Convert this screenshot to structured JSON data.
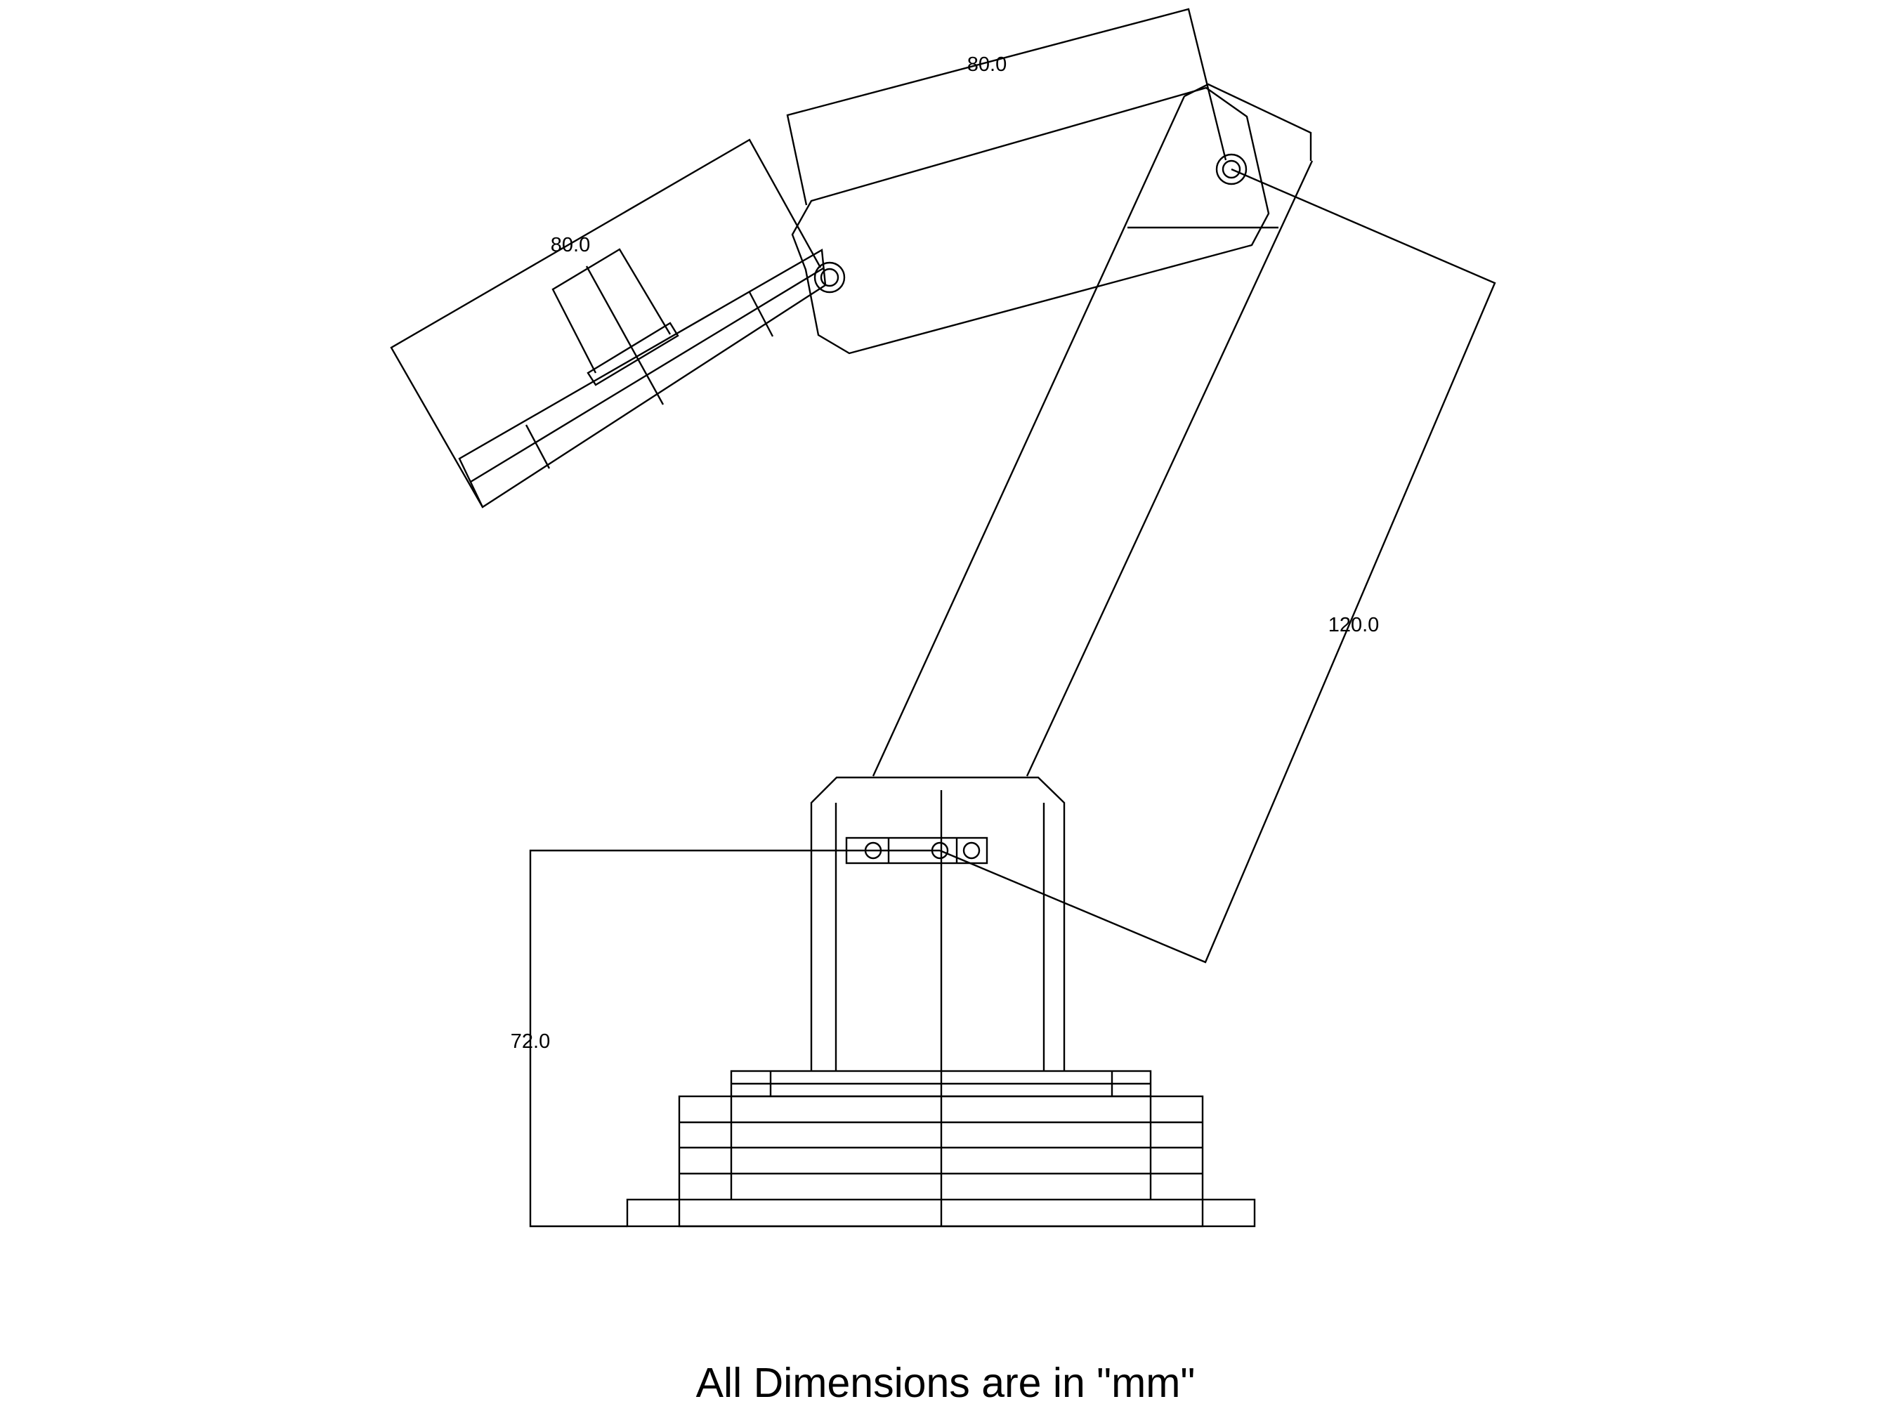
{
  "dimensions": {
    "gripper_length": "80.0",
    "forearm_length": "80.0",
    "upper_arm_length": "120.0",
    "shoulder_height": "72.0"
  },
  "caption": "All Dimensions are in \"mm\"",
  "colors": {
    "line": "#000000",
    "background": "#ffffff"
  }
}
